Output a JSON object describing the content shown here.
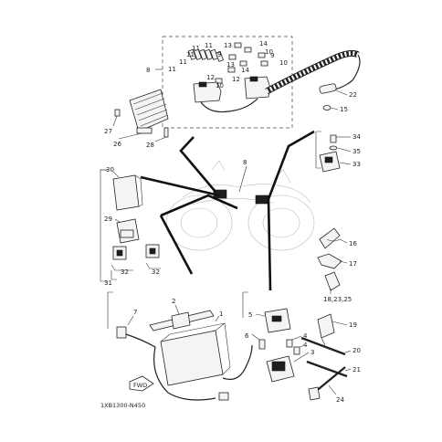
{
  "diagram_code": "1XB1300-N450",
  "fwd_label": "FWD",
  "labels": {
    "n1": "1",
    "n2": "2",
    "n3": "3",
    "n4a": "4",
    "n4b": "4",
    "n5": "5",
    "n6": "6",
    "n7": "7",
    "n8a": "8",
    "n8b": "8",
    "n9a": "9",
    "n9b": "9",
    "n10a": "10",
    "n10b": "10",
    "n10c": "10",
    "n11a": "11",
    "n11b": "11",
    "n11c": "11",
    "n11d": "11",
    "n11e": "11",
    "n12a": "12",
    "n12b": "12",
    "n13a": "13",
    "n13b": "13",
    "n14a": "14",
    "n14b": "14",
    "n15": "15",
    "n16": "16",
    "n17": "17",
    "n18": "18,23,25",
    "n19": "19",
    "n20": "20",
    "n21": "21",
    "n22": "22",
    "n24": "24",
    "n26": "26",
    "n27": "27",
    "n28": "28",
    "n29": "29",
    "n30": "30",
    "n31": "31",
    "n32a": "32",
    "n32b": "32",
    "n33": "33",
    "n34": "34",
    "n35": "35"
  }
}
